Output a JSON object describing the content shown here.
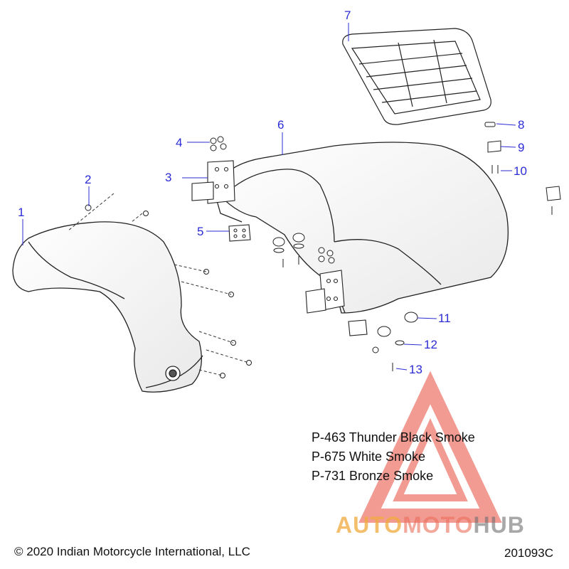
{
  "callouts": [
    {
      "label": "1"
    },
    {
      "label": "2"
    },
    {
      "label": "3"
    },
    {
      "label": "4"
    },
    {
      "label": "5"
    },
    {
      "label": "6"
    },
    {
      "label": "7"
    },
    {
      "label": "8"
    },
    {
      "label": "9"
    },
    {
      "label": "10"
    },
    {
      "label": "11"
    },
    {
      "label": "12"
    },
    {
      "label": "13"
    }
  ],
  "paint_codes": [
    "P-463 Thunder Black Smoke",
    "P-675 White Smoke",
    "P-731 Bronze Smoke"
  ],
  "copyright": "© 2020 Indian Motorcycle International, LLC",
  "figure_id": "201093C",
  "watermark": {
    "part1": "AUTO",
    "part2": "MOTO",
    "part3": "HUB"
  },
  "colors": {
    "callout": "#2b2bd6",
    "watermark_red": "#e84b3c",
    "watermark_orange": "#f0aa3c"
  }
}
